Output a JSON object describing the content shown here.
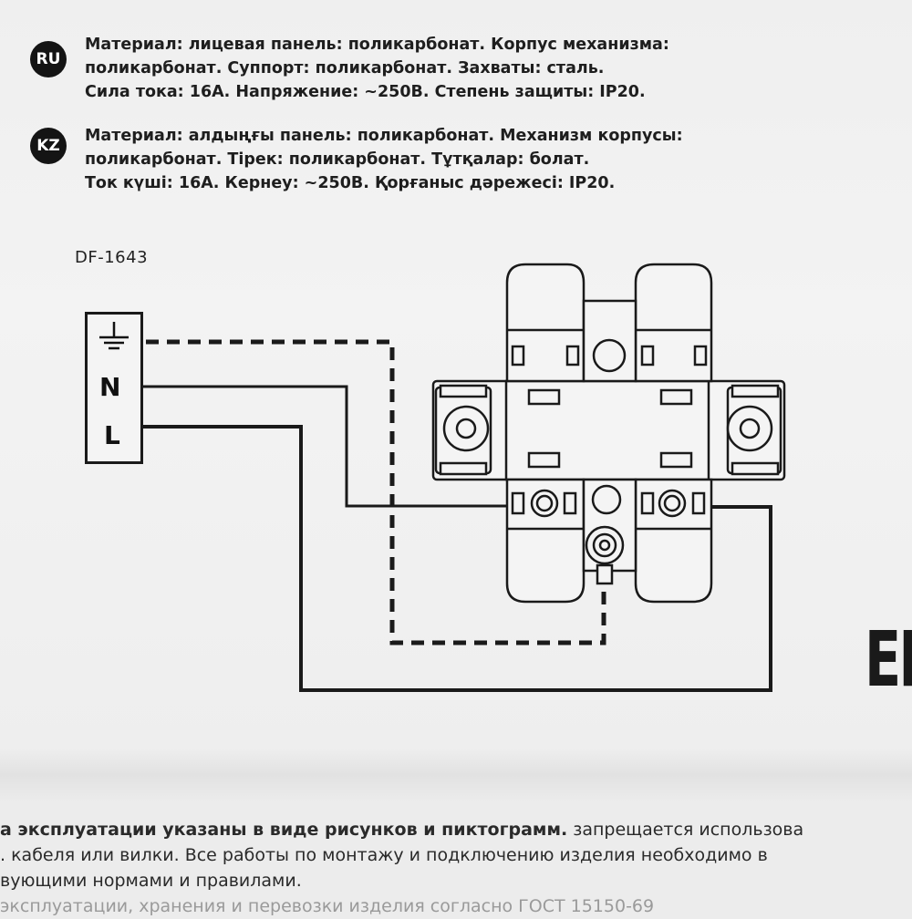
{
  "specs": {
    "ru": {
      "code": "RU",
      "line1": "Материал: лицевая панель: поликарбонат. Корпус механизма:",
      "line2": "поликарбонат. Суппорт: поликарбонат. Захваты: сталь.",
      "line3": "Сила тока: 16А. Напряжение: ~250В. Степень защиты: IP20."
    },
    "kz": {
      "code": "KZ",
      "line1": "Материал: алдыңғы панель: поликарбонат. Механизм корпусы:",
      "line2": "поликарбонат. Тірек: поликарбонат. Тұтқалар: болат.",
      "line3": "Ток күші: 16А. Кернеу: ~250В. Қорғаныс дәрежесі: IP20."
    }
  },
  "diagram": {
    "model": "DF-1643",
    "terminals": {
      "neutral": "N",
      "live": "L"
    }
  },
  "mark": "ERI",
  "footer": {
    "line1_bold": "а эксплуатации указаны в виде рисунков и пиктограмм.",
    "line1_rest": " запрещается использова",
    "line2": ". кабеля или вилки. Все работы по монтажу и подключению изделия необходимо в",
    "line3": "вующими нормами и правилами.",
    "line4": "эксплуатации, хранения и перевозки изделия согласно ГОСТ 15150-69"
  },
  "colors": {
    "ink": "#1a1a1a",
    "paper": "#f0f0f0",
    "badge": "#141414"
  }
}
